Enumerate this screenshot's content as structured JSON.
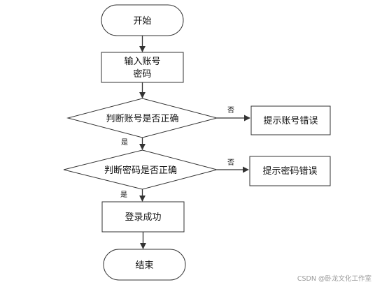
{
  "flowchart": {
    "start": "开始",
    "input": [
      "输入账号",
      "密码"
    ],
    "check_account": "判断账号是否正确",
    "account_error": "提示账号错误",
    "check_password": "判断密码是否正确",
    "password_error": "提示密码错误",
    "success": "登录成功",
    "end": "结束",
    "label_no_1": "否",
    "label_yes_1": "是",
    "label_no_2": "否",
    "label_yes_2": "是"
  },
  "watermark": "CSDN @卧龙文化工作室",
  "colors": {
    "stroke": "#333333",
    "text": "#111111",
    "watermark": "#9a9a9a",
    "background": "#ffffff"
  }
}
